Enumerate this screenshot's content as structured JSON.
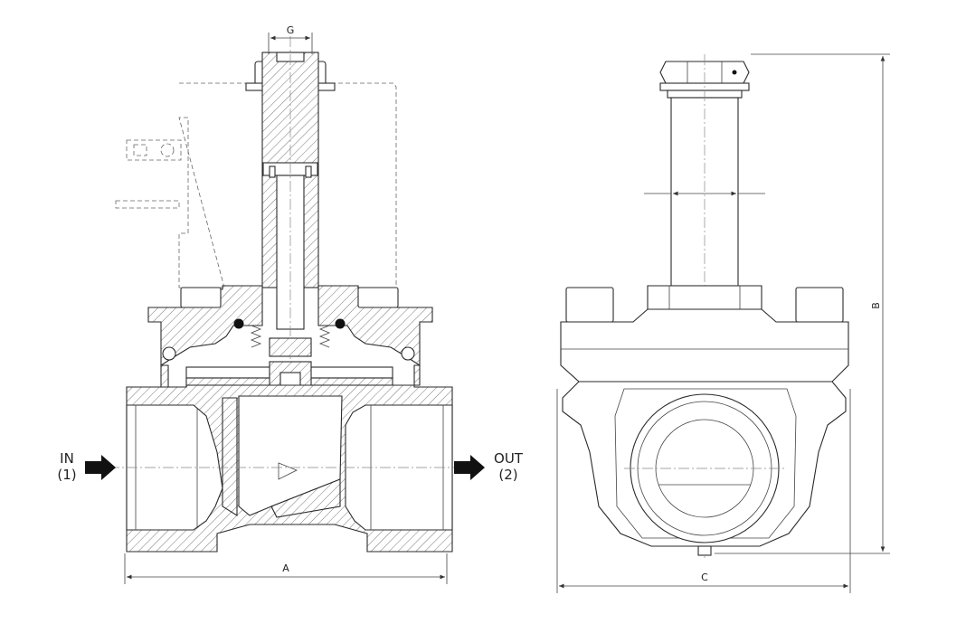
{
  "dimensions": {
    "a": "A",
    "b": "B",
    "c": "C",
    "g": "G"
  },
  "flow": {
    "inlet": {
      "label": "IN",
      "port": "(1)"
    },
    "outlet": {
      "label": "OUT",
      "port": "(2)"
    }
  },
  "colors": {
    "line": "#2a2a2a",
    "background": "#ffffff",
    "arrow": "#111111"
  }
}
